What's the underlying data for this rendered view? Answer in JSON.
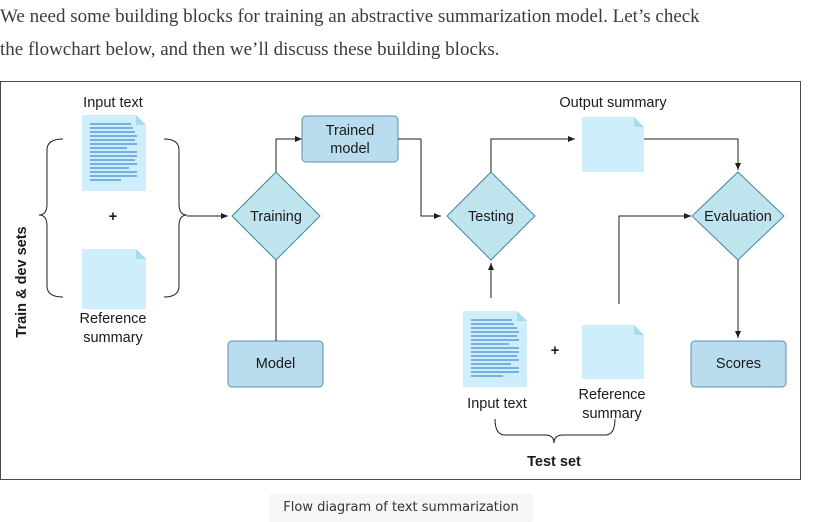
{
  "intro": {
    "line1": "We need some building blocks for training an abstractive summarization model. Let’s check",
    "line2": "the flowchart below, and then we’ll discuss these building blocks."
  },
  "diagram": {
    "side_label": "Train & dev sets",
    "train_input_label": "Input text",
    "plus1": "+",
    "train_reference_label_1": "Reference",
    "train_reference_label_2": "summary",
    "trained_model_1": "Trained",
    "trained_model_2": "model",
    "training": "Training",
    "model": "Model",
    "testing": "Testing",
    "output_summary": "Output summary",
    "evaluation": "Evaluation",
    "scores": "Scores",
    "test_input_label": "Input text",
    "plus2": "+",
    "test_reference_label_1": "Reference",
    "test_reference_label_2": "summary",
    "test_set": "Test set"
  },
  "caption": "Flow diagram of text summarization",
  "colors": {
    "box_fill": "#b9dcee",
    "diamond_fill": "#bfe4ee",
    "document_fill": "#cdeefa",
    "document_lines": "#5a9ad8"
  }
}
